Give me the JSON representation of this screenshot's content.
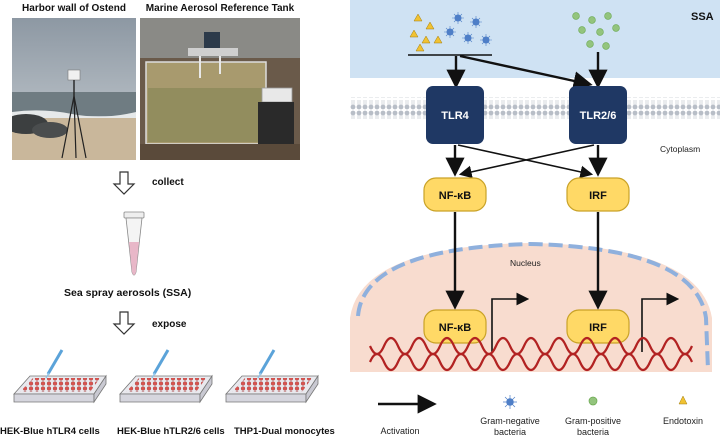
{
  "left_panel": {
    "photo1_title": "Harbor wall of Ostend",
    "photo2_title": "Marine Aerosol Reference Tank",
    "collect_label": "collect",
    "ssa_caption": "Sea spray aerosols (SSA)",
    "expose_label": "expose",
    "plates": [
      {
        "label": "HEK-Blue hTLR4 cells"
      },
      {
        "label": "HEK-Blue hTLR2/6 cells"
      },
      {
        "label": "THP1-Dual monocytes"
      }
    ]
  },
  "pathway": {
    "ssa_label": "SSA",
    "tlr4": "TLR4",
    "tlr26": "TLR2/6",
    "cytoplasm": "Cytoplasm",
    "nfkb_top": "NF-κB",
    "irf_top": "IRF",
    "nucleus": "Nucleus",
    "nfkb_bottom": "NF-κB",
    "irf_bottom": "IRF"
  },
  "legend": {
    "activation": "Activation",
    "gram_negative": "Gram-negative",
    "gram_negative_2": "bacteria",
    "gram_positive": "Gram-positive",
    "gram_positive_2": "bacteria",
    "endotoxin": "Endotoxin"
  },
  "colors": {
    "ssa_bg": "#cfe2f3",
    "receptor": "#1f3864",
    "factor": "#ffd966",
    "factor_border": "#c9a227",
    "nucleus_fill": "#f8dccf",
    "nucleus_border": "#8fb0dd",
    "dna": "#b22222",
    "gram_negative": "#4f7fc7",
    "gram_positive": "#93c47d",
    "endotoxin": "#f1c232"
  }
}
